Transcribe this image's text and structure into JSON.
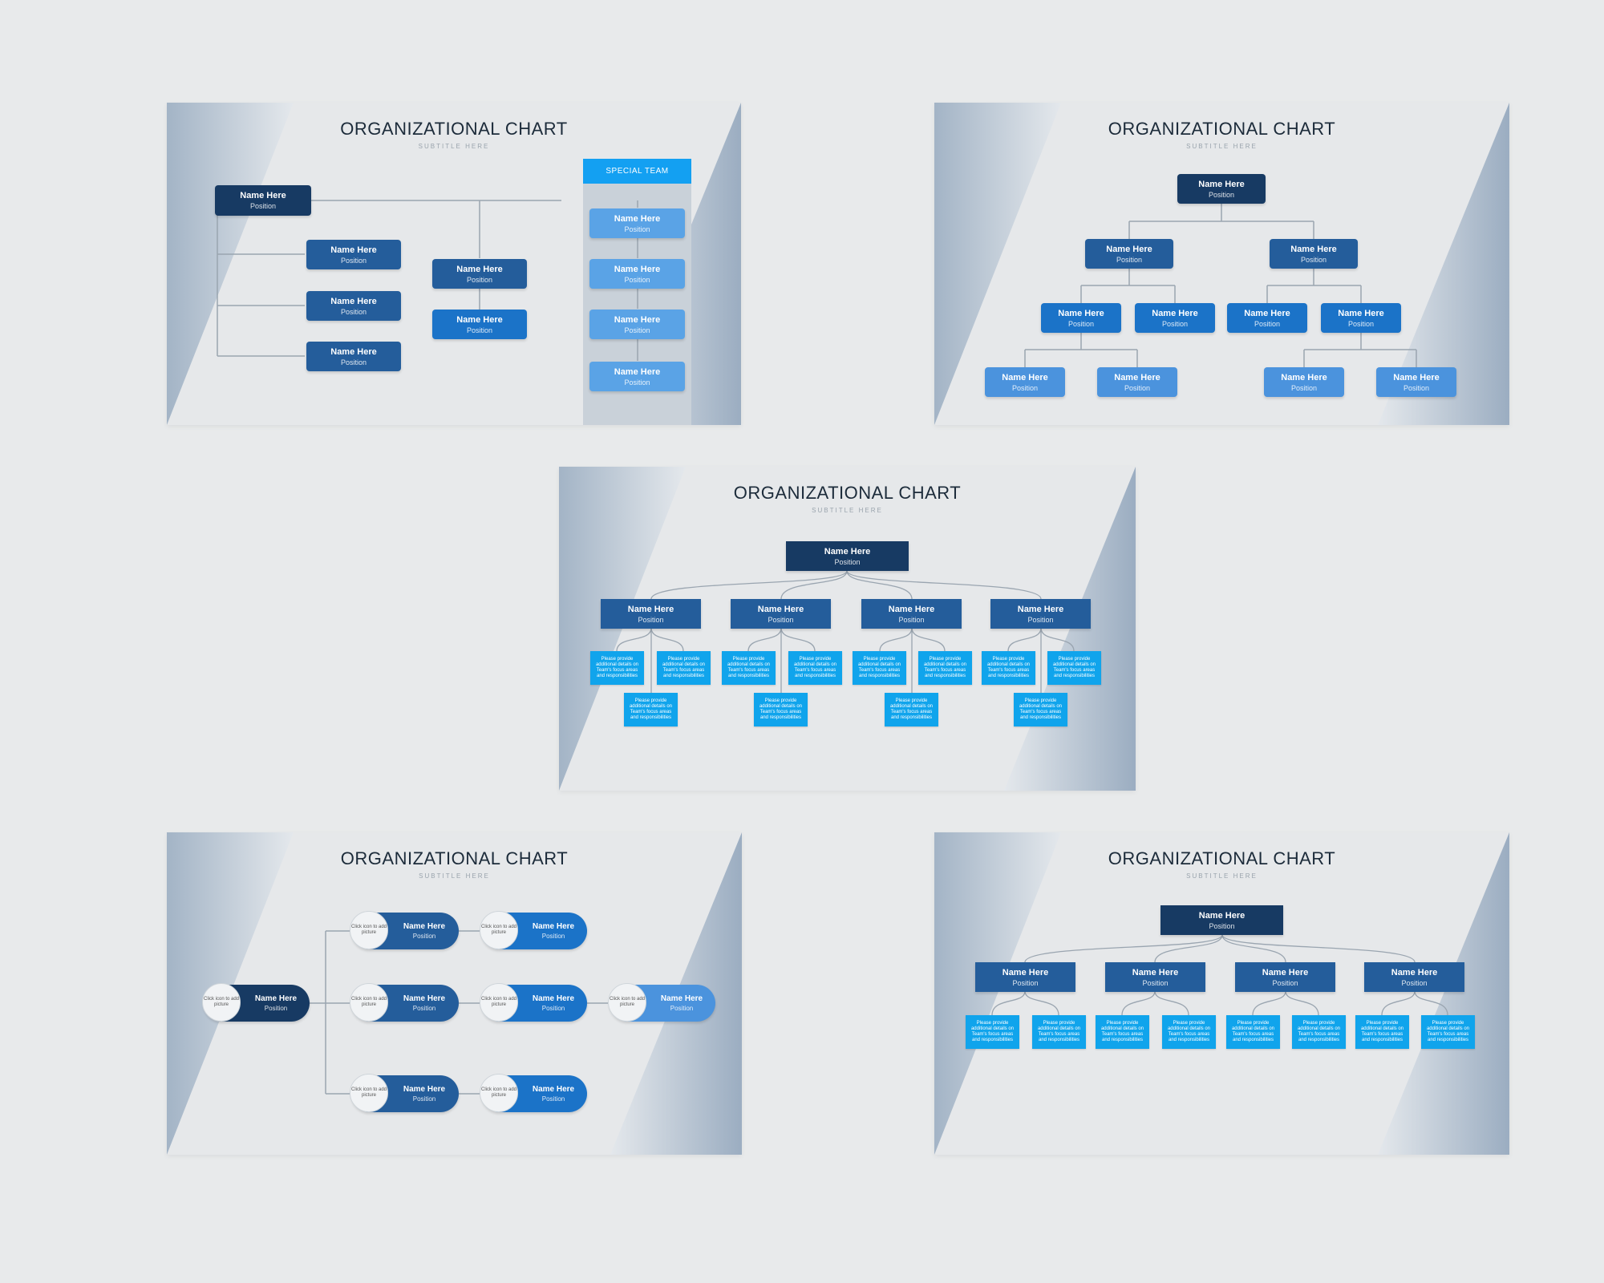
{
  "chart_title": "ORGANIZATIONAL CHART",
  "subtitle": "SUBTITLE HERE",
  "name": "Name Here",
  "position": "Position",
  "special_team": "SPECIAL TEAM",
  "details": "Please provide additional details on Team's focus areas and responsibilities",
  "picture": "Click icon to add picture",
  "colors": {
    "navy": "#173a63",
    "blue": "#245d9b",
    "mid_blue": "#1b73c8",
    "light_blue": "#4b93dd",
    "cyan": "#10a4ec",
    "background": "#e6e8ea"
  }
}
